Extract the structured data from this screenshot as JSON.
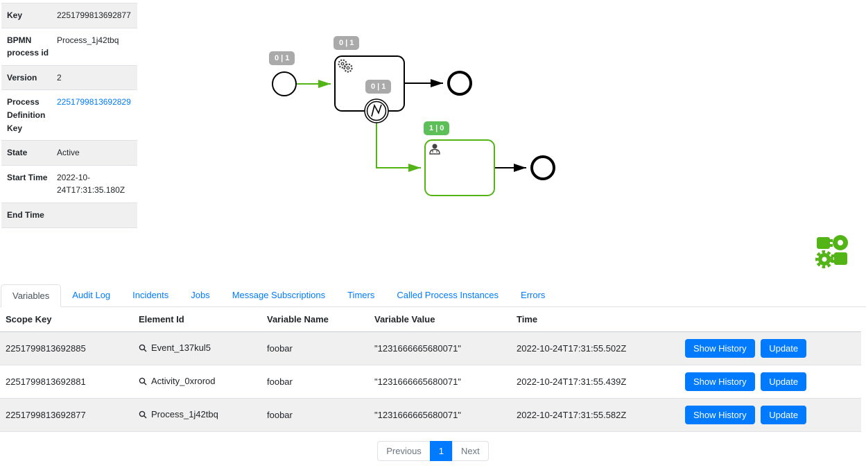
{
  "details_panel": {
    "rows": [
      {
        "label": "Key",
        "value": "2251799813692877"
      },
      {
        "label": "BPMN process id",
        "value": "Process_1j42tbq"
      },
      {
        "label": "Version",
        "value": "2"
      },
      {
        "label": "Process Definition Key",
        "value": "2251799813692829"
      },
      {
        "label": "State",
        "value": "Active"
      },
      {
        "label": "Start Time",
        "value": "2022-10-24T17:31:35.180Z"
      },
      {
        "label": "End Time",
        "value": ""
      }
    ]
  },
  "diagram": {
    "badges": {
      "start_event": "0 | 1",
      "service_task": "0 | 1",
      "boundary_event": "0 | 1",
      "user_task": "1 | 0"
    },
    "icons": {
      "service_task": "gears-icon",
      "user_task": "person-icon",
      "boundary_event": "error-lightning-icon",
      "logo": "bpmn-io-logo"
    },
    "colors": {
      "active_path_green": "#52b415",
      "badge_gray": "#aaaaaa",
      "badge_green": "#5dbf57",
      "element_black": "#000000"
    }
  },
  "tabs": {
    "items": [
      {
        "label": "Variables",
        "active": true
      },
      {
        "label": "Audit Log",
        "active": false
      },
      {
        "label": "Incidents",
        "active": false
      },
      {
        "label": "Jobs",
        "active": false
      },
      {
        "label": "Message Subscriptions",
        "active": false
      },
      {
        "label": "Timers",
        "active": false
      },
      {
        "label": "Called Process Instances",
        "active": false
      },
      {
        "label": "Errors",
        "active": false
      }
    ]
  },
  "variables_table": {
    "columns": [
      "Scope Key",
      "Element Id",
      "Variable Name",
      "Variable Value",
      "Time"
    ],
    "actions": {
      "show_history": "Show History",
      "update": "Update"
    },
    "rows": [
      {
        "scope_key": "2251799813692885",
        "element_id": "Event_137kul5",
        "variable_name": "foobar",
        "variable_value": "\"1231666665680071\"",
        "time": "2022-10-24T17:31:55.502Z"
      },
      {
        "scope_key": "2251799813692881",
        "element_id": "Activity_0xrorod",
        "variable_name": "foobar",
        "variable_value": "\"1231666665680071\"",
        "time": "2022-10-24T17:31:55.439Z"
      },
      {
        "scope_key": "2251799813692877",
        "element_id": "Process_1j42tbq",
        "variable_name": "foobar",
        "variable_value": "\"1231666665680071\"",
        "time": "2022-10-24T17:31:55.582Z"
      }
    ]
  },
  "pagination": {
    "previous": "Previous",
    "current_page": "1",
    "next": "Next"
  },
  "colors": {
    "accent_blue": "#007bff",
    "link_blue": "#007bff",
    "stripe_gray": "#f0f0f0",
    "border_gray": "#dee2e6"
  }
}
